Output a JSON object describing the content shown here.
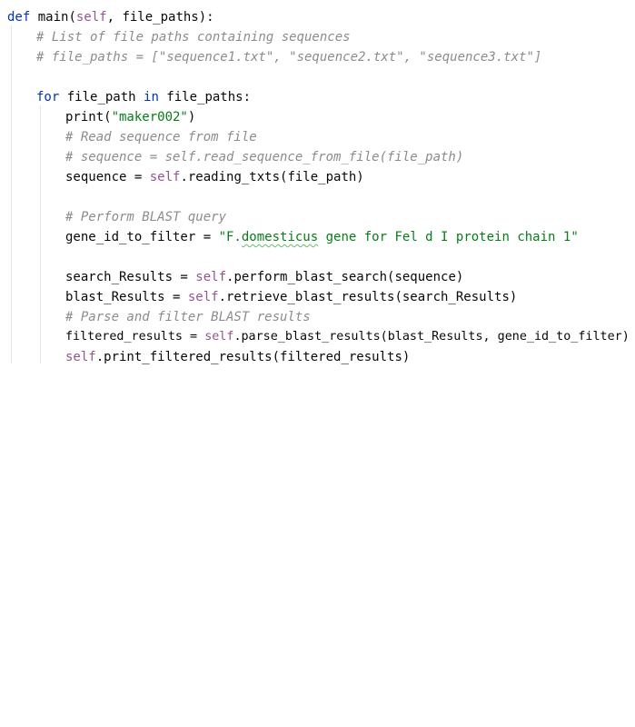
{
  "code": {
    "l1": {
      "kw": "def",
      "name": " main(",
      "self": "self",
      "rest": ", file_paths):"
    },
    "l2": {
      "comment": "# List of file paths containing sequences"
    },
    "l3": {
      "comment": "# file_paths = [\"sequence1.txt\", \"sequence2.txt\", \"sequence3.txt\"]"
    },
    "l5": {
      "kw1": "for",
      "mid": " file_path ",
      "kw2": "in",
      "rest": " file_paths:"
    },
    "l6": {
      "fn": "print(",
      "str": "\"maker002\"",
      "close": ")"
    },
    "l7": {
      "comment": "# Read sequence from file"
    },
    "l8": {
      "comment": "# sequence = self.read_sequence_from_file(file_path)"
    },
    "l9": {
      "lhs": "sequence = ",
      "self": "self",
      "rest": ".reading_txts(file_path)"
    },
    "l11": {
      "comment": "# Perform BLAST query"
    },
    "l12": {
      "lhs": "gene_id_to_filter = ",
      "str_a": "\"F.",
      "str_b": "domesticus",
      "str_c": " gene for Fel d I protein chain 1\""
    },
    "l14": {
      "lhs": "search_Results = ",
      "self": "self",
      "rest": ".perform_blast_search(sequence)"
    },
    "l15": {
      "lhs": "blast_Results = ",
      "self": "self",
      "rest": ".retrieve_blast_results(search_Results)"
    },
    "l16": {
      "comment": "# Parse and filter BLAST results"
    },
    "l17": {
      "lhs": "filtered_results = ",
      "self": "self",
      "rest": ".parse_blast_results(blast_Results, gene_id_to_filter)"
    },
    "l18": {
      "self": "self",
      "rest": ".print_filtered_results(filtered_results)"
    }
  },
  "colors": {
    "keyword": "#0033b3",
    "self": "#94558d",
    "comment": "#8c8c8c",
    "string": "#067d17",
    "text": "#080808",
    "background": "#ffffff"
  }
}
